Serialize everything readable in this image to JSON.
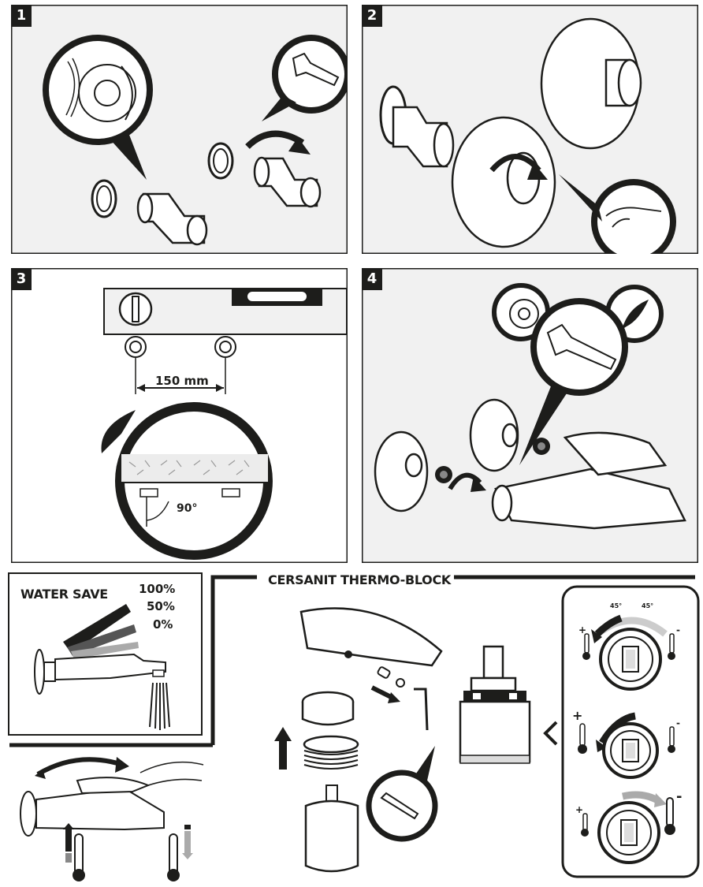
{
  "steps": [
    "1",
    "2",
    "3",
    "4"
  ],
  "step3": {
    "distance": "150 mm",
    "angle": "90°"
  },
  "water_save": {
    "title": "WATER SAVE",
    "levels": [
      "100%",
      "50%",
      "0%"
    ]
  },
  "thermo": {
    "title": "CERSANIT THERMO-BLOCK",
    "angle_left": "45°",
    "angle_right": "45°",
    "plus": "+",
    "minus": "-"
  },
  "colors": {
    "ink": "#1d1d1b",
    "panel_bg": "#f1f1f1",
    "white": "#ffffff"
  }
}
